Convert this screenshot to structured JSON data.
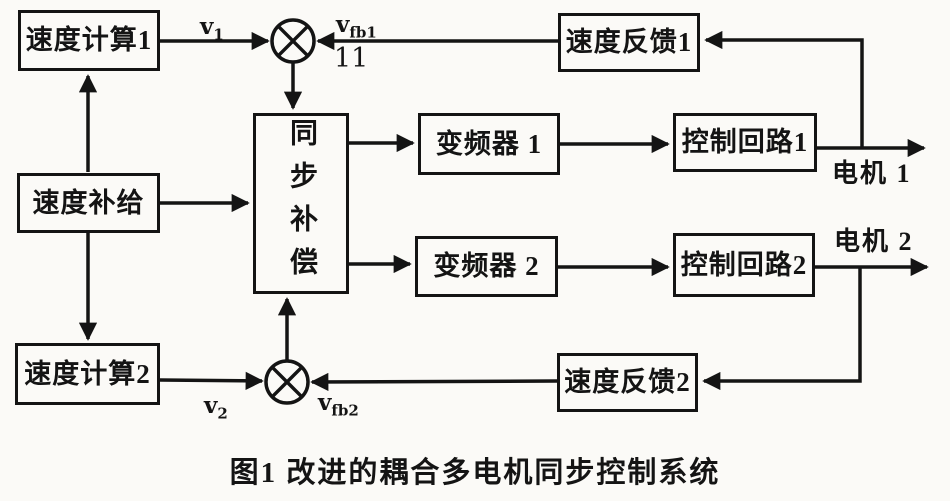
{
  "figure": {
    "caption": "图1 改进的耦合多电机同步控制系统"
  },
  "blocks": {
    "speed_calc1": "速度计算1",
    "speed_supply": "速度补给",
    "speed_calc2": "速度计算2",
    "sync_comp": "同步补偿",
    "inverter1": "变频器 1",
    "inverter2": "变频器 2",
    "control_loop1": "控制回路1",
    "control_loop2": "控制回路2",
    "feedback1": "速度反馈1",
    "feedback2": "速度反馈2"
  },
  "signals": {
    "v1": {
      "base": "v",
      "sub": "1"
    },
    "vfb1": {
      "base": "v",
      "sub": "fb1"
    },
    "sum1_tag": "11",
    "v2": {
      "base": "v",
      "sub": "2"
    },
    "vfb2": {
      "base": "v",
      "sub": "fb2"
    },
    "motor1": "电机 1",
    "motor2": "电机 2"
  },
  "colors": {
    "ink": "#141414",
    "paper": "#fbfaf7"
  }
}
